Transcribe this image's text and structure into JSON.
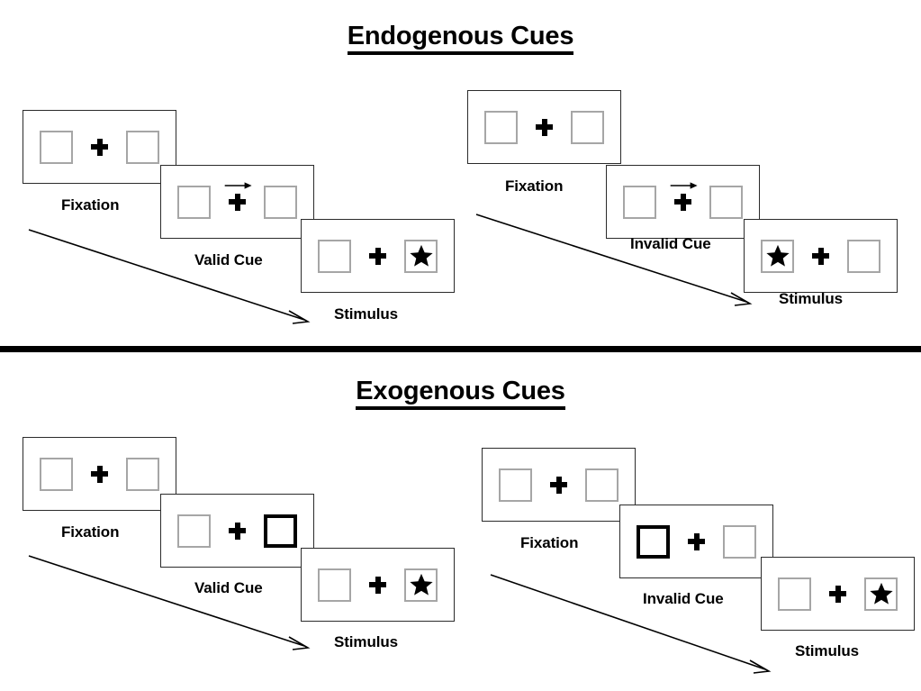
{
  "sections": [
    {
      "id": "endogenous",
      "title": "Endogenous Cues",
      "sequences": [
        {
          "id": "endogenous-valid",
          "panels": [
            {
              "stage": "Fixation",
              "cue": "none",
              "left_box": "empty",
              "right_box": "empty",
              "arrow": "none"
            },
            {
              "stage": "Valid Cue",
              "cue": "arrow-right",
              "left_box": "empty",
              "right_box": "empty",
              "arrow": "right"
            },
            {
              "stage": "Stimulus",
              "cue": "none",
              "left_box": "empty",
              "right_box": "star",
              "arrow": "none"
            }
          ]
        },
        {
          "id": "endogenous-invalid",
          "panels": [
            {
              "stage": "Fixation",
              "cue": "none",
              "left_box": "empty",
              "right_box": "empty",
              "arrow": "none"
            },
            {
              "stage": "Invalid Cue",
              "cue": "arrow-right",
              "left_box": "empty",
              "right_box": "empty",
              "arrow": "right"
            },
            {
              "stage": "Stimulus",
              "cue": "none",
              "left_box": "star",
              "right_box": "empty",
              "arrow": "none"
            }
          ]
        }
      ]
    },
    {
      "id": "exogenous",
      "title": "Exogenous Cues",
      "sequences": [
        {
          "id": "exogenous-valid",
          "panels": [
            {
              "stage": "Fixation",
              "cue": "none",
              "left_box": "empty",
              "right_box": "empty",
              "arrow": "none"
            },
            {
              "stage": "Valid Cue",
              "cue": "box-highlight-right",
              "left_box": "empty",
              "right_box": "cued",
              "arrow": "none"
            },
            {
              "stage": "Stimulus",
              "cue": "none",
              "left_box": "empty",
              "right_box": "star",
              "arrow": "none"
            }
          ]
        },
        {
          "id": "exogenous-invalid",
          "panels": [
            {
              "stage": "Fixation",
              "cue": "none",
              "left_box": "empty",
              "right_box": "empty",
              "arrow": "none"
            },
            {
              "stage": "Invalid Cue",
              "cue": "box-highlight-left",
              "left_box": "cued",
              "right_box": "empty",
              "arrow": "none"
            },
            {
              "stage": "Stimulus",
              "cue": "none",
              "left_box": "empty",
              "right_box": "star",
              "arrow": "none"
            }
          ]
        }
      ]
    }
  ],
  "labels": {
    "fixation": "Fixation",
    "valid_cue": "Valid Cue",
    "invalid_cue": "Invalid Cue",
    "stimulus": "Stimulus"
  },
  "colors": {
    "background": "#ffffff",
    "ink": "#000000",
    "frame_border": "#2b2b2b",
    "box_border": "#a6a6a6",
    "cued_box_border": "#000000",
    "divider": "#000000"
  }
}
